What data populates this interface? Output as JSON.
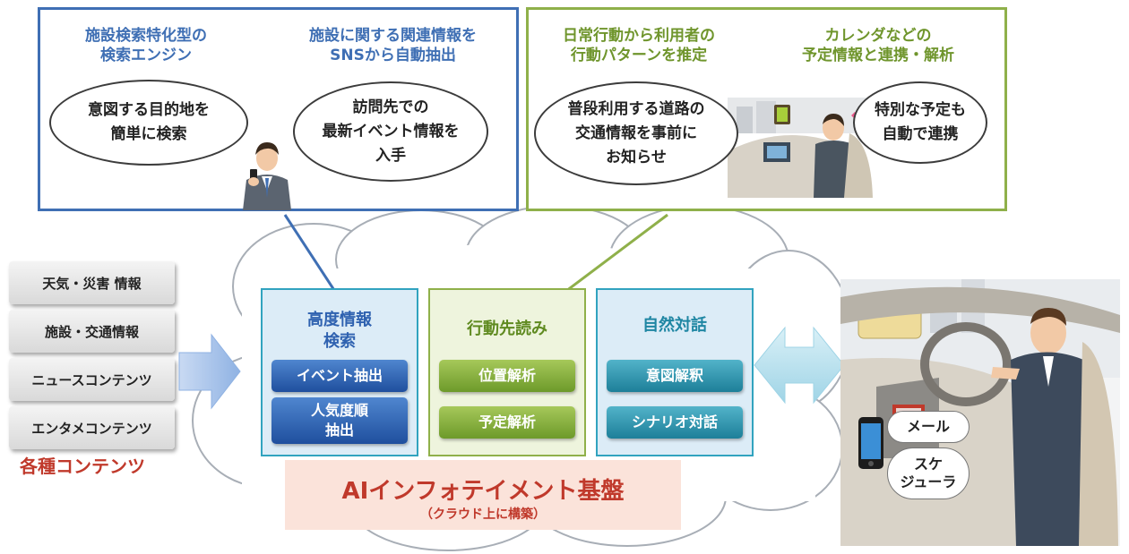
{
  "colors": {
    "blue_panel": "#3f6fb4",
    "green_panel": "#8fb04a",
    "teal_panel": "#31a3bf",
    "red_text": "#c0392b",
    "platform_bg": "#fbe3da"
  },
  "top_left_panel": {
    "title_left": "施設検索特化型の\n検索エンジン",
    "title_right": "施設に関する関連情報を\nSNSから自動抽出",
    "bubble_left": "意図する目的地を\n簡単に検索",
    "bubble_right": "訪問先での\n最新イベント情報を\n入手"
  },
  "top_right_panel": {
    "title_left": "日常行動から利用者の\n行動パターンを推定",
    "title_right": "カレンダなどの\n予定情報と連携・解析",
    "bubble_left": "普段利用する道路の\n交通情報を事前に\nお知らせ",
    "bubble_right": "特別な予定も\n自動で連携"
  },
  "sources": {
    "items": [
      "天気・災害 情報",
      "施設・交通情報",
      "ニュースコンテンツ",
      "エンタメコンテンツ"
    ],
    "caption": "各種コンテンツ"
  },
  "columns": [
    {
      "title": "高度情報\n検索",
      "items": [
        "イベント抽出",
        "人気度順\n抽出"
      ]
    },
    {
      "title": "行動先読み",
      "items": [
        "位置解析",
        "予定解析"
      ]
    },
    {
      "title": "自然対話",
      "items": [
        "意図解釈",
        "シナリオ対話"
      ]
    }
  ],
  "platform": {
    "title": "AIインフォテイメント基盤",
    "subtitle": "（クラウド上に構築）"
  },
  "phone_bubbles": {
    "mail": "メール",
    "scheduler": "スケ\nジューラ"
  }
}
